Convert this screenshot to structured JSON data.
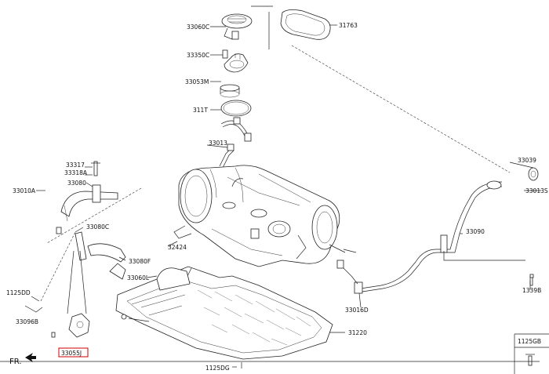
{
  "labels": {
    "p33060c": "33060C",
    "p31763": "31763",
    "p33350c": "33350C",
    "p33053m": "33053M",
    "p311t": "311T",
    "p33013": "33013",
    "p33039": "33039",
    "p33013s": "33013S",
    "p33317": "33317",
    "p33318a": "33318A",
    "p33010a": "33010A",
    "p33080": "33080",
    "p33080c": "33080C",
    "p33090": "33090",
    "p32424": "32424",
    "p33080f": "33080F",
    "p33060l": "33060L",
    "p1125dd": "1125DD",
    "p33096b": "33096B",
    "p33055j": "33055J",
    "p31220": "31220",
    "p33016d": "33016D",
    "p1339b": "1339B",
    "p1125gb": "1125GB",
    "p1125dg": "1125DG",
    "fr": "FR."
  }
}
